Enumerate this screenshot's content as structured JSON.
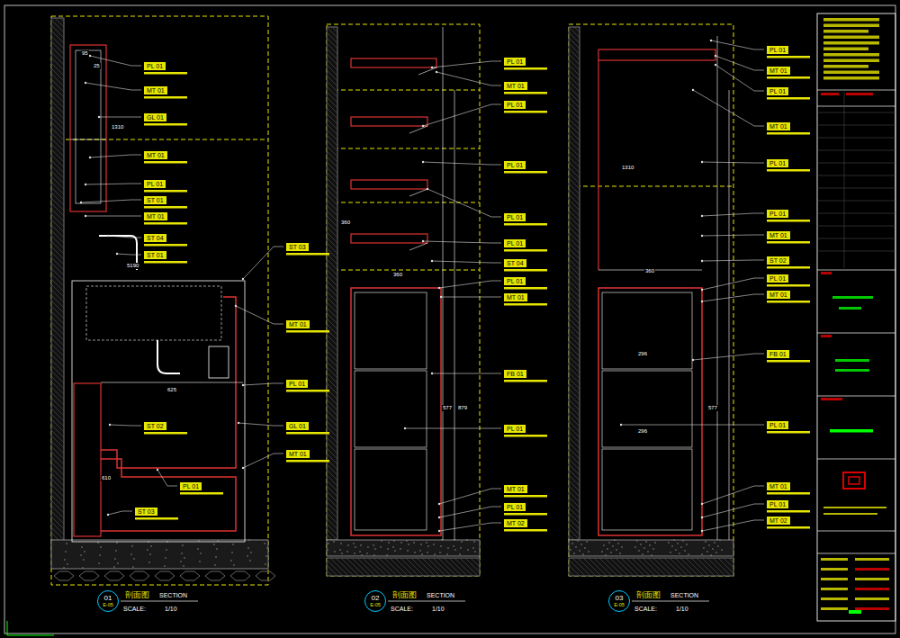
{
  "diagram": {
    "nodes": [
      {
        "text": [
          "PL 01"
        ]
      },
      {
        "text": [
          "MT 01"
        ]
      },
      {
        "text": [
          "GL 01"
        ]
      },
      {
        "text": [
          "MT 01"
        ]
      },
      {
        "text": [
          "PL 01"
        ]
      },
      {
        "text": [
          "ST 01"
        ]
      },
      {
        "text": [
          "MT 01"
        ]
      },
      {
        "text": [
          "ST 04"
        ]
      },
      {
        "text": [
          "ST 01"
        ]
      },
      {
        "text": [
          "ST 03"
        ]
      },
      {
        "text": [
          "MT 01"
        ]
      },
      {
        "text": [
          "PL 01"
        ]
      },
      {
        "text": [
          "GL 01"
        ]
      },
      {
        "text": [
          "MT 01"
        ]
      },
      {
        "text": [
          "ST 02"
        ]
      },
      {
        "text": [
          "PL 01"
        ]
      },
      {
        "text": [
          "ST 03"
        ]
      },
      {
        "text": [
          "PL 01"
        ]
      },
      {
        "text": [
          "MT 01"
        ]
      },
      {
        "text": [
          "PL 01"
        ]
      },
      {
        "text": [
          "PL 01"
        ]
      },
      {
        "text": [
          "PL 01"
        ]
      },
      {
        "text": [
          "PL 01"
        ]
      },
      {
        "text": [
          "ST 04"
        ]
      },
      {
        "text": [
          "PL 01"
        ]
      },
      {
        "text": [
          "MT 01"
        ]
      },
      {
        "text": [
          "FB 01"
        ]
      },
      {
        "text": [
          "PL 01"
        ]
      },
      {
        "text": [
          "MT 01"
        ]
      },
      {
        "text": [
          "PL 01"
        ]
      },
      {
        "text": [
          "MT 02"
        ]
      },
      {
        "text": [
          "PL 01"
        ]
      },
      {
        "text": [
          "MT 01"
        ]
      },
      {
        "text": [
          "PL 01"
        ]
      },
      {
        "text": [
          "MT 01"
        ]
      },
      {
        "text": [
          "PL 01"
        ]
      },
      {
        "text": [
          "PL 01"
        ]
      },
      {
        "text": [
          "MT 01"
        ]
      },
      {
        "text": [
          "ST 02"
        ]
      },
      {
        "text": [
          "PL 01"
        ]
      },
      {
        "text": [
          "MT 01"
        ]
      },
      {
        "text": [
          "FB 01"
        ]
      },
      {
        "text": [
          "PL 01"
        ]
      },
      {
        "text": [
          "MT 01"
        ]
      },
      {
        "text": [
          "PL 01"
        ]
      },
      {
        "text": [
          "MT 02"
        ]
      },
      {
        "text": [
          "01",
          "E-05"
        ]
      },
      {
        "text": [
          "02",
          "E-05"
        ]
      },
      {
        "text": [
          "03",
          "E-05"
        ]
      }
    ],
    "labels": [
      "95",
      "25",
      "1310",
      "5190",
      "625",
      "610",
      "360",
      "360",
      "577",
      "879",
      "360",
      "1310",
      "296",
      "296",
      "577",
      "剖面图",
      "SECTION",
      "SCALE:",
      "1/10",
      "剖面图",
      "SECTION",
      "SCALE:",
      "1/10",
      "剖面图",
      "SECTION",
      "SCALE:",
      "1/10"
    ]
  }
}
